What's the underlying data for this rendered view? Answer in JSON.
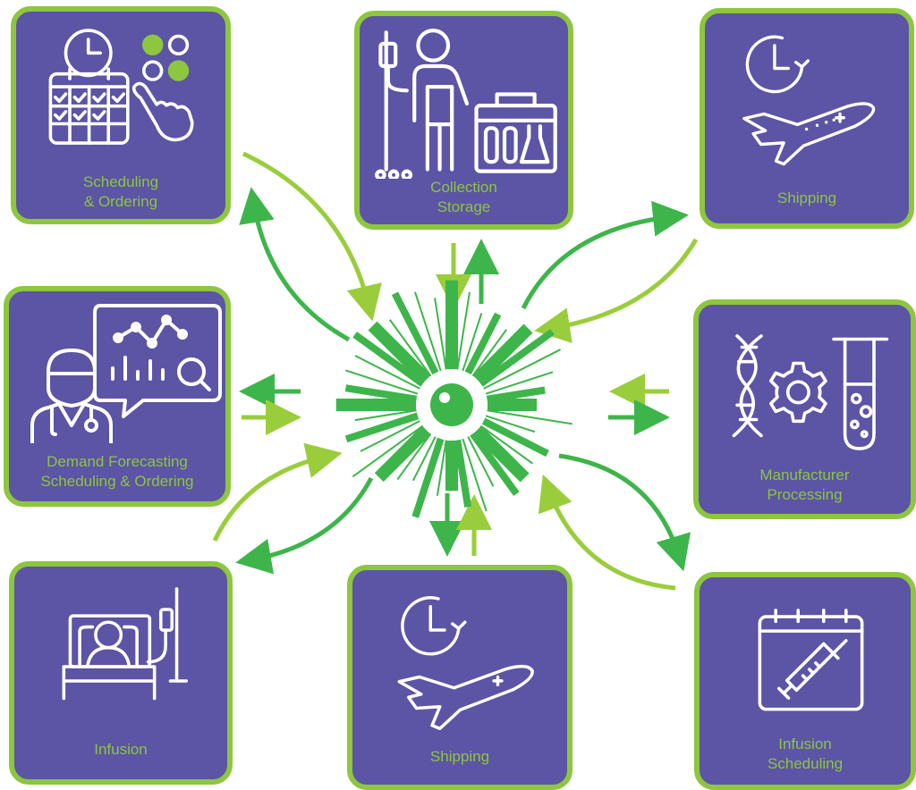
{
  "colors": {
    "tile_fill": "#5c54a4",
    "tile_border": "#8dc63f",
    "label_text": "#8dc63f",
    "arrow_dark": "#3db54a",
    "arrow_light": "#9acd3c",
    "hub_green": "#3db54a",
    "icon_stroke": "#ffffff"
  },
  "tiles": {
    "scheduling_ordering": {
      "label": "Scheduling\n& Ordering",
      "icons": [
        "calendar-icon",
        "clock-icon",
        "grid-dots-icon",
        "pointing-hand-icon"
      ]
    },
    "collection_storage": {
      "label": "Collection\nStorage",
      "icons": [
        "iv-drip-patient-icon",
        "cooler-box-icon"
      ]
    },
    "shipping_top": {
      "label": "Shipping",
      "icons": [
        "clock-icon",
        "airplane-icon"
      ]
    },
    "demand_forecasting": {
      "label": "Demand Forecasting\nScheduling & Ordering",
      "icons": [
        "doctor-icon",
        "analytics-chart-icon"
      ]
    },
    "manufacturer_processing": {
      "label": "Manufacturer\nProcessing",
      "icons": [
        "dna-icon",
        "gear-icon",
        "test-tube-icon"
      ]
    },
    "infusion": {
      "label": "Infusion",
      "icons": [
        "patient-bed-iv-icon"
      ]
    },
    "shipping_bottom": {
      "label": "Shipping",
      "icons": [
        "clock-icon",
        "airplane-icon"
      ]
    },
    "infusion_scheduling": {
      "label": "Infusion\nScheduling",
      "icons": [
        "calendar-icon",
        "syringe-icon"
      ]
    }
  },
  "hub": {
    "icon": "eye-burst-icon"
  }
}
